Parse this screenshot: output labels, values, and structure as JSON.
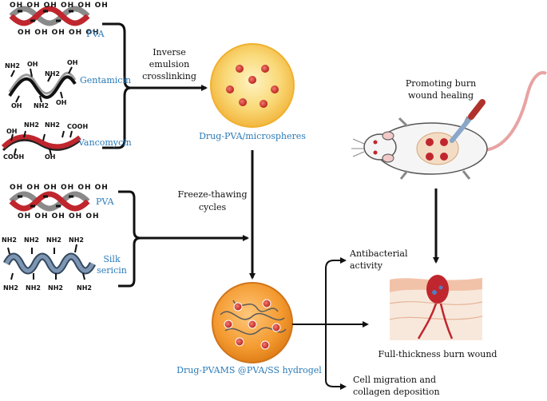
{
  "top_polymers": {
    "pva": {
      "label": "PVA",
      "groups": [
        "OH",
        "OH",
        "OH",
        "OH",
        "OH",
        "OH"
      ]
    },
    "gentamicin": {
      "label": "Gentamicin",
      "groups": [
        "NH2",
        "OH",
        "OH",
        "NH2",
        "OH",
        "NH2",
        "OH"
      ]
    },
    "vancomycin": {
      "label": "Vancomycin",
      "groups": [
        "OH",
        "NH2",
        "COOH",
        "COOH",
        "OH",
        "NH2"
      ]
    }
  },
  "bottom_polymers": {
    "pva": {
      "label": "PVA",
      "groups": [
        "OH",
        "OH",
        "OH",
        "OH",
        "OH",
        "OH"
      ]
    },
    "sericin": {
      "label_line1": "Silk",
      "label_line2": "sericin",
      "groups": [
        "NH2",
        "NH2",
        "NH2",
        "NH2",
        "NH2",
        "NH2",
        "NH2",
        "NH2"
      ]
    }
  },
  "steps": {
    "emulsion_line1": "Inverse",
    "emulsion_line2": "emulsion",
    "emulsion_line3": "crosslinking",
    "freeze_line1": "Freeze-thawing",
    "freeze_line2": "cycles"
  },
  "products": {
    "microspheres": "Drug-PVA/microspheres",
    "hydrogel": "Drug-PVAMS @PVA/SS hydrogel"
  },
  "outcomes": {
    "antibacterial_line1": "Antibacterial",
    "antibacterial_line2": "activity",
    "migration_line1": "Cell migration and",
    "migration_line2": "collagen deposition",
    "burn_wound": "Full-thickness burn wound",
    "healing_line1": "Promoting burn",
    "healing_line2": "wound healing"
  },
  "colors": {
    "label_blue": "#2a7ab8",
    "helix_red": "#c0262d",
    "helix_grey": "#8a8a8a",
    "sericin_blue": "#5d7a99",
    "sphere_yellow": "#f7d060",
    "sphere_orange": "#f19a2a",
    "drug_red": "#d23a33"
  },
  "icons": [
    "pva-helix",
    "gentamicin-chain",
    "vancomycin-chain",
    "sericin-helix",
    "microsphere",
    "hydrogel-sphere",
    "rat",
    "dropper",
    "skin-wound"
  ]
}
